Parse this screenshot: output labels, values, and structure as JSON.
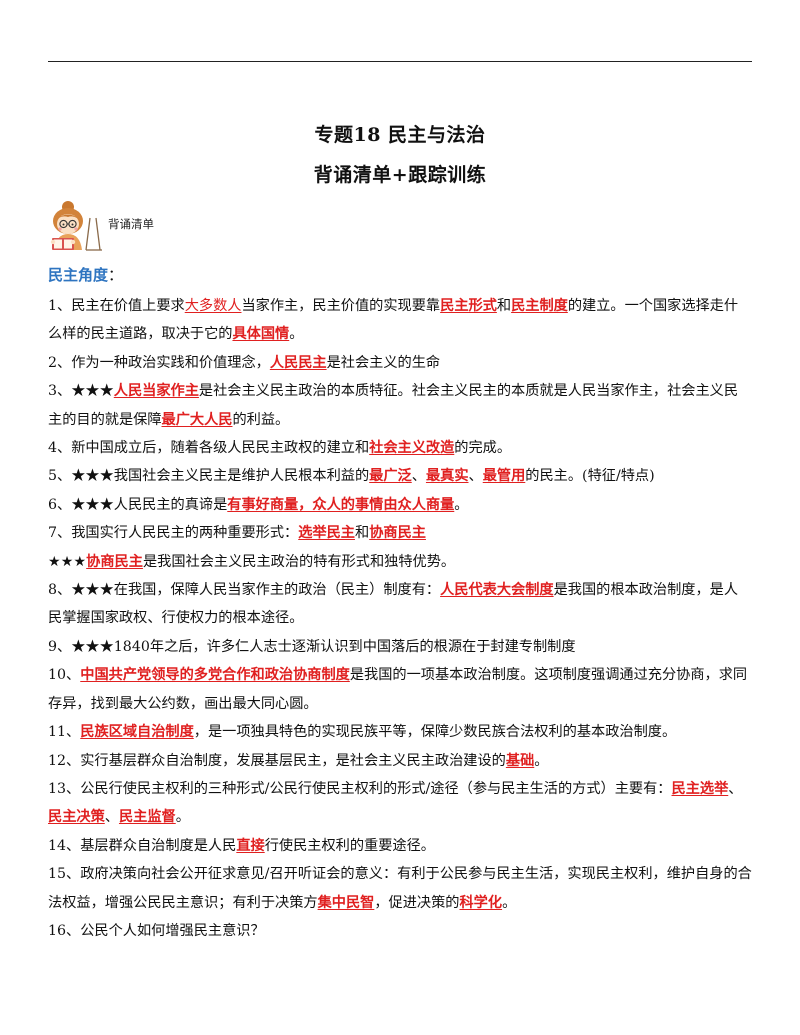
{
  "header": {
    "title_line1": "专题18  民主与法治",
    "title_line2": "背诵清单+跟踪训练",
    "badge_label": "背诵清单"
  },
  "section": {
    "heading": "民主角度",
    "colon": "："
  },
  "items": [
    {
      "parts": [
        {
          "t": "1、民主在价值上要求"
        },
        {
          "t": "大多数人",
          "k": "thin"
        },
        {
          "t": "当家作主，民主价值的实现要靠"
        },
        {
          "t": "民主形式",
          "k": "bold"
        },
        {
          "t": "和"
        },
        {
          "t": "民主制度",
          "k": "bold"
        },
        {
          "t": "的建立。一个国家选择走什么样的民主道路，取决于它的"
        },
        {
          "t": "具体国情",
          "k": "bold"
        },
        {
          "t": "。"
        }
      ]
    },
    {
      "parts": [
        {
          "t": "2、作为一种政治实践和价值理念，"
        },
        {
          "t": "人民民主",
          "k": "bold"
        },
        {
          "t": "是社会主义的生命"
        }
      ]
    },
    {
      "parts": [
        {
          "t": "3、★★★"
        },
        {
          "t": "人民当家作主",
          "k": "bold"
        },
        {
          "t": "是社会主义民主政治的本质特征。社会主义民主的本质就是人民当家作主，社会主义民主的目的就是保障"
        },
        {
          "t": "最广大人民",
          "k": "bold"
        },
        {
          "t": "的利益。"
        }
      ]
    },
    {
      "parts": [
        {
          "t": "4、新中国成立后，随着各级人民民主政权的建立和"
        },
        {
          "t": "社会主义改造",
          "k": "bold"
        },
        {
          "t": "的完成。"
        }
      ]
    },
    {
      "parts": [
        {
          "t": "5、★★★我国社会主义民主是维护人民根本利益的"
        },
        {
          "t": "最广泛",
          "k": "bold"
        },
        {
          "t": "、"
        },
        {
          "t": "最真实",
          "k": "bold"
        },
        {
          "t": "、"
        },
        {
          "t": "最管用",
          "k": "bold"
        },
        {
          "t": "的民主。(特征/特点)"
        }
      ]
    },
    {
      "parts": [
        {
          "t": "6、★★★人民民主的真谛是"
        },
        {
          "t": "有事好商量，众人的事情由众人商量",
          "k": "bold"
        },
        {
          "t": "。"
        }
      ]
    },
    {
      "parts": [
        {
          "t": "7、我国实行人民民主的两种重要形式："
        },
        {
          "t": "选举民主",
          "k": "bold"
        },
        {
          "t": "和"
        },
        {
          "t": "协商民主",
          "k": "bold"
        }
      ]
    },
    {
      "parts": [
        {
          "t": "★★★"
        },
        {
          "t": "协商民主",
          "k": "bold"
        },
        {
          "t": "是我国社会主义民主政治的特有形式和独特优势。"
        }
      ]
    },
    {
      "parts": [
        {
          "t": "8、★★★在我国，保障人民当家作主的政治（民主）制度有："
        },
        {
          "t": "人民代表大会制度",
          "k": "bold"
        },
        {
          "t": "是我国的根本政治制度，是人民掌握国家政权、行使权力的根本途径。"
        }
      ]
    },
    {
      "parts": [
        {
          "t": "9、★★★1840年之后，许多仁人志士逐渐认识到中国落后的根源在于封建专制制度"
        }
      ]
    },
    {
      "parts": [
        {
          "t": "10、"
        },
        {
          "t": "中国共产党领导的多党合作和政治协商制度",
          "k": "bold"
        },
        {
          "t": "是我国的一项基本政治制度。这项制度强调通过充分协商，求同存异，找到最大公约数，画出最大同心圆。"
        }
      ]
    },
    {
      "parts": [
        {
          "t": "11、"
        },
        {
          "t": "民族区域自治制度",
          "k": "bold"
        },
        {
          "t": "，是一项独具特色的实现民族平等，保障少数民族合法权利的基本政治制度。"
        }
      ]
    },
    {
      "parts": [
        {
          "t": "12、实行基层群众自治制度，发展基层民主，是社会主义民主政治建设的"
        },
        {
          "t": "基础",
          "k": "bold"
        },
        {
          "t": "。"
        }
      ]
    },
    {
      "parts": [
        {
          "t": "13、公民行使民主权利的三种形式/公民行使民主权利的形式/途径（参与民主生活的方式）主要有："
        },
        {
          "t": "民主选举",
          "k": "bold"
        },
        {
          "t": "、"
        },
        {
          "t": "民主决策",
          "k": "bold"
        },
        {
          "t": "、"
        },
        {
          "t": "民主监督",
          "k": "bold"
        },
        {
          "t": "。"
        }
      ]
    },
    {
      "parts": [
        {
          "t": "14、基层群众自治制度是人民"
        },
        {
          "t": "直接",
          "k": "bold"
        },
        {
          "t": "行使民主权利的重要途径。"
        }
      ]
    },
    {
      "parts": [
        {
          "t": "15、政府决策向社会公开征求意见/召开听证会的意义：有利于公民参与民主生活，实现民主权利，维护自身的合法权益，增强公民民主意识；有利于决策方"
        },
        {
          "t": "集中民智",
          "k": "bold"
        },
        {
          "t": "，促进决策的"
        },
        {
          "t": "科学化",
          "k": "bold"
        },
        {
          "t": "。"
        }
      ]
    },
    {
      "parts": [
        {
          "t": "16、公民个人如何增强民主意识？"
        }
      ]
    }
  ]
}
